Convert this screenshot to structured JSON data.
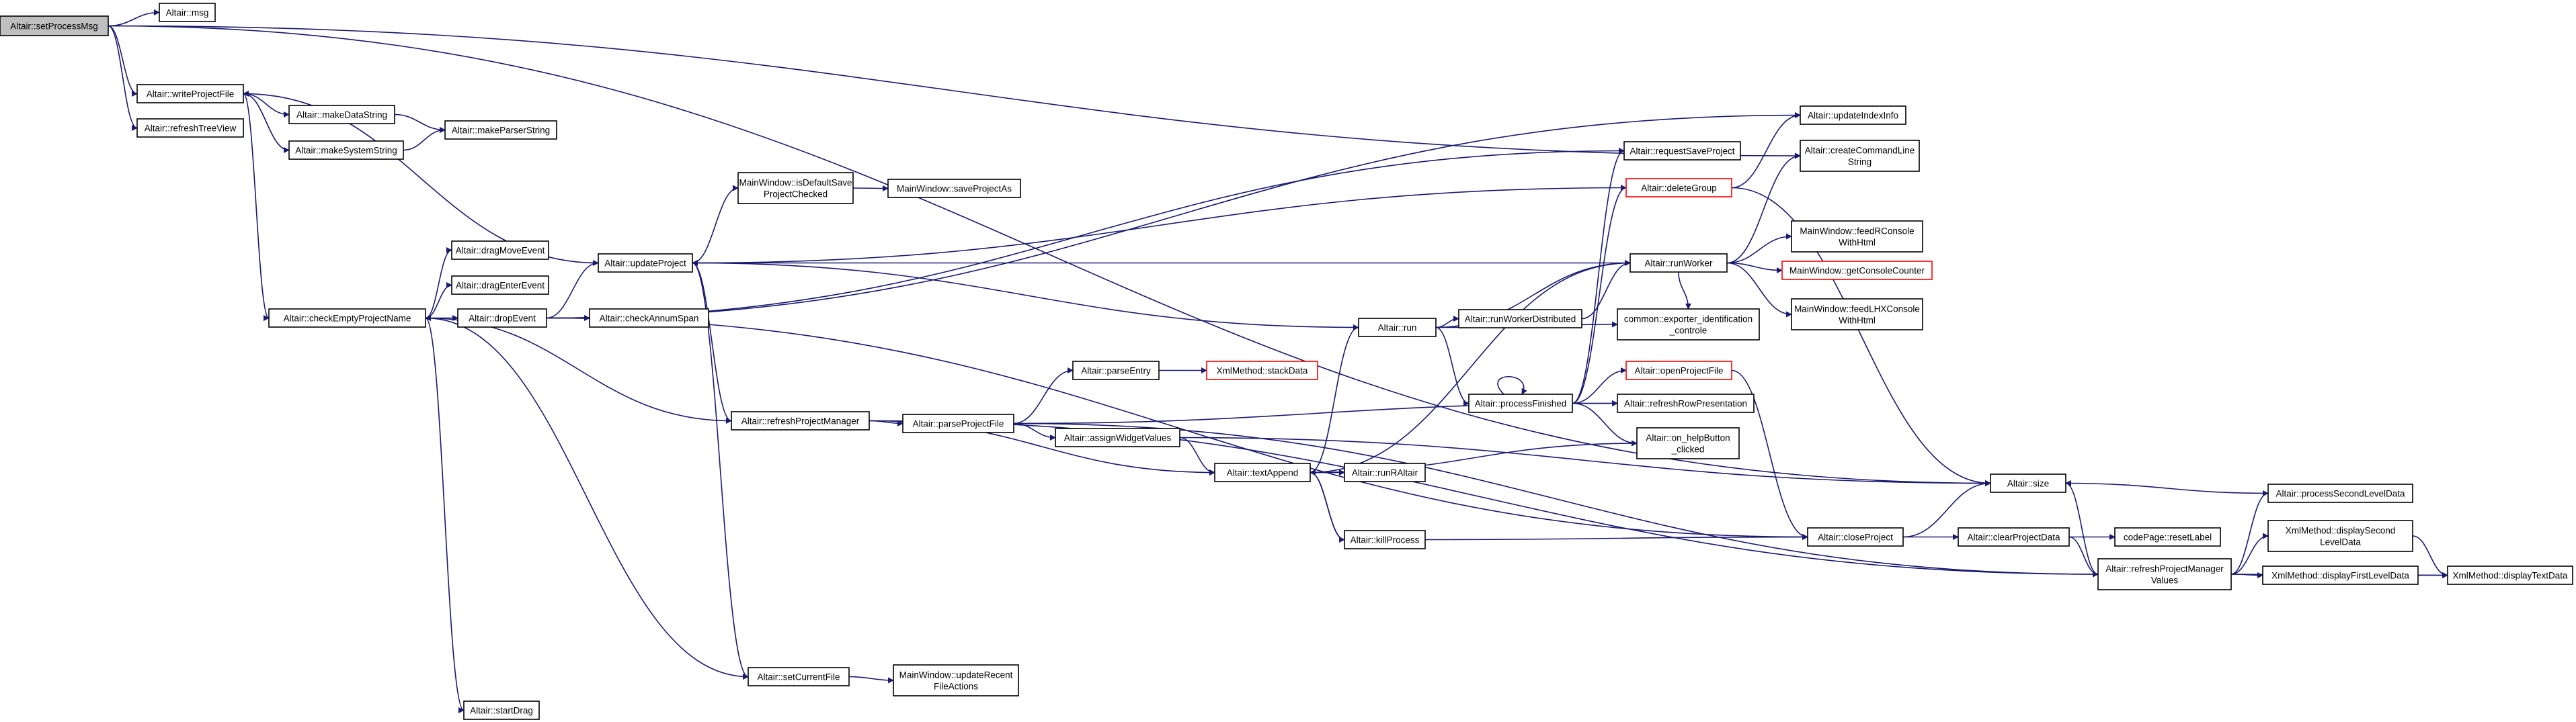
{
  "colors": {
    "edge": "#191970",
    "node_border": "#000000",
    "node_fill": "#ffffff",
    "root_fill": "#bfbfbf",
    "truncated_border": "#ff0000"
  },
  "nodes": [
    {
      "id": "setProcessMsg",
      "lines": [
        "Altair::setProcessMsg"
      ],
      "root": true
    },
    {
      "id": "msg",
      "lines": [
        "Altair::msg"
      ]
    },
    {
      "id": "writeProjectFile",
      "lines": [
        "Altair::writeProjectFile"
      ]
    },
    {
      "id": "refreshTreeView",
      "lines": [
        "Altair::refreshTreeView"
      ]
    },
    {
      "id": "makeDataString",
      "lines": [
        "Altair::makeDataString"
      ]
    },
    {
      "id": "makeSystemString",
      "lines": [
        "Altair::makeSystemString"
      ]
    },
    {
      "id": "makeParserString",
      "lines": [
        "Altair::makeParserString"
      ]
    },
    {
      "id": "checkEmptyProjectName",
      "lines": [
        "Altair::checkEmptyProjectName"
      ]
    },
    {
      "id": "dragMoveEvent",
      "lines": [
        "Altair::dragMoveEvent"
      ]
    },
    {
      "id": "dragEnterEvent",
      "lines": [
        "Altair::dragEnterEvent"
      ]
    },
    {
      "id": "dropEvent",
      "lines": [
        "Altair::dropEvent"
      ]
    },
    {
      "id": "startDrag",
      "lines": [
        "Altair::startDrag"
      ]
    },
    {
      "id": "updateProject",
      "lines": [
        "Altair::updateProject"
      ]
    },
    {
      "id": "checkAnnumSpan",
      "lines": [
        "Altair::checkAnnumSpan"
      ]
    },
    {
      "id": "isDefaultSave",
      "lines": [
        "MainWindow::isDefaultSave",
        "ProjectChecked"
      ]
    },
    {
      "id": "saveProjectAs",
      "lines": [
        "MainWindow::saveProjectAs"
      ]
    },
    {
      "id": "refreshProjectManager",
      "lines": [
        "Altair::refreshProjectManager"
      ]
    },
    {
      "id": "setCurrentFile",
      "lines": [
        "Altair::setCurrentFile"
      ]
    },
    {
      "id": "updateRecent",
      "lines": [
        "MainWindow::updateRecent",
        "FileActions"
      ]
    },
    {
      "id": "parseProjectFile",
      "lines": [
        "Altair::parseProjectFile"
      ]
    },
    {
      "id": "parseEntry",
      "lines": [
        "Altair::parseEntry"
      ]
    },
    {
      "id": "stackData",
      "lines": [
        "XmlMethod::stackData"
      ],
      "truncated": true
    },
    {
      "id": "assignWidgetValues",
      "lines": [
        "Altair::assignWidgetValues"
      ]
    },
    {
      "id": "textAppend",
      "lines": [
        "Altair::textAppend"
      ]
    },
    {
      "id": "runRAltair",
      "lines": [
        "Altair::runRAltair"
      ]
    },
    {
      "id": "killProcess",
      "lines": [
        "Altair::killProcess"
      ]
    },
    {
      "id": "run",
      "lines": [
        "Altair::run"
      ]
    },
    {
      "id": "runWorkerDistributed",
      "lines": [
        "Altair::runWorkerDistributed"
      ]
    },
    {
      "id": "exporterIdent",
      "lines": [
        "common::exporter_identification",
        "_controle"
      ]
    },
    {
      "id": "processFinished",
      "lines": [
        "Altair::processFinished"
      ]
    },
    {
      "id": "runWorker",
      "lines": [
        "Altair::runWorker"
      ]
    },
    {
      "id": "requestSaveProject",
      "lines": [
        "Altair::requestSaveProject"
      ]
    },
    {
      "id": "deleteGroup",
      "lines": [
        "Altair::deleteGroup"
      ],
      "truncated": true
    },
    {
      "id": "updateIndexInfo",
      "lines": [
        "Altair::updateIndexInfo"
      ]
    },
    {
      "id": "createCommandLine",
      "lines": [
        "Altair::createCommandLine",
        "String"
      ]
    },
    {
      "id": "feedRConsole",
      "lines": [
        "MainWindow::feedRConsole",
        "WithHtml"
      ]
    },
    {
      "id": "getConsoleCounter",
      "lines": [
        "MainWindow::getConsoleCounter"
      ],
      "truncated": true
    },
    {
      "id": "feedLHXConsole",
      "lines": [
        "MainWindow::feedLHXConsole",
        "WithHtml"
      ]
    },
    {
      "id": "openProjectFile",
      "lines": [
        "Altair::openProjectFile"
      ],
      "truncated": true
    },
    {
      "id": "refreshRowPresentation",
      "lines": [
        "Altair::refreshRowPresentation"
      ]
    },
    {
      "id": "onHelpButton",
      "lines": [
        "Altair::on_helpButton",
        "_clicked"
      ]
    },
    {
      "id": "closeProject",
      "lines": [
        "Altair::closeProject"
      ]
    },
    {
      "id": "size",
      "lines": [
        "Altair::size"
      ]
    },
    {
      "id": "clearProjectData",
      "lines": [
        "Altair::clearProjectData"
      ]
    },
    {
      "id": "resetLabel",
      "lines": [
        "codePage::resetLabel"
      ]
    },
    {
      "id": "refreshPMValues",
      "lines": [
        "Altair::refreshProjectManager",
        "Values"
      ]
    },
    {
      "id": "processSecondLevelData",
      "lines": [
        "Altair::processSecondLevelData"
      ]
    },
    {
      "id": "displaySecondLevelData",
      "lines": [
        "XmlMethod::displaySecond",
        "LevelData"
      ]
    },
    {
      "id": "displayFirstLevelData",
      "lines": [
        "XmlMethod::displayFirstLevelData"
      ]
    },
    {
      "id": "displayTextData",
      "lines": [
        "XmlMethod::displayTextData"
      ]
    }
  ]
}
